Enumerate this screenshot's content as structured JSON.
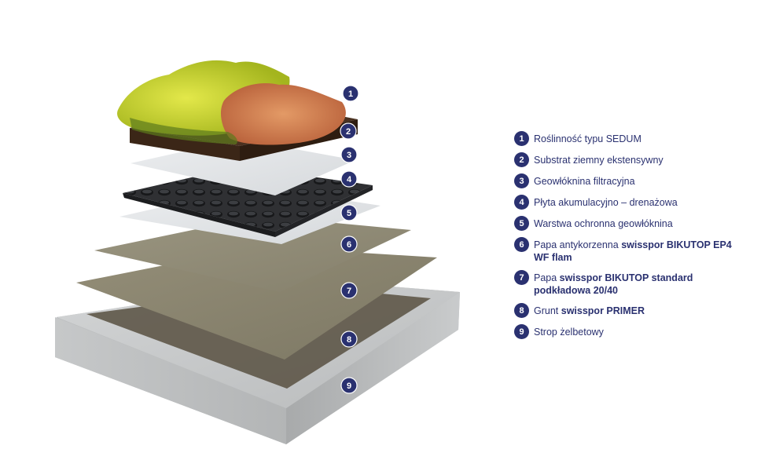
{
  "markers": [
    "1",
    "2",
    "3",
    "4",
    "5",
    "6",
    "7",
    "8",
    "9"
  ],
  "legend": [
    {
      "num": "1",
      "parts": [
        {
          "text": "Roślinność typu SEDUM",
          "bold": false
        }
      ]
    },
    {
      "num": "2",
      "parts": [
        {
          "text": "Substrat ziemny ekstensywny",
          "bold": false
        }
      ]
    },
    {
      "num": "3",
      "parts": [
        {
          "text": "Geowłóknina filtracyjna",
          "bold": false
        }
      ]
    },
    {
      "num": "4",
      "parts": [
        {
          "text": "Płyta akumulacyjno – drenażowa",
          "bold": false
        }
      ]
    },
    {
      "num": "5",
      "parts": [
        {
          "text": "Warstwa ochronna geowłóknina",
          "bold": false
        }
      ]
    },
    {
      "num": "6",
      "parts": [
        {
          "text": "Papa antykorzenna ",
          "bold": false
        },
        {
          "text": "swisspor BIKUTOP EP4 WF flam",
          "bold": true
        }
      ]
    },
    {
      "num": "7",
      "parts": [
        {
          "text": "Papa ",
          "bold": false
        },
        {
          "text": "swisspor BIKUTOP standard podkładowa 20/40",
          "bold": true
        }
      ]
    },
    {
      "num": "8",
      "parts": [
        {
          "text": "Grunt ",
          "bold": false
        },
        {
          "text": "swisspor PRIMER",
          "bold": true
        }
      ]
    },
    {
      "num": "9",
      "parts": [
        {
          "text": "Strop żelbetowy",
          "bold": false
        }
      ]
    }
  ],
  "colors": {
    "accent": "#2a3170",
    "sedum_yellow": "#c9d22a",
    "sedum_orange": "#cf7a45",
    "soil": "#3b2617",
    "concrete": "#bfc1c2",
    "membrane": "#8b8570",
    "fleece": "#e4e6e8",
    "drainage": "#2d2e30"
  }
}
